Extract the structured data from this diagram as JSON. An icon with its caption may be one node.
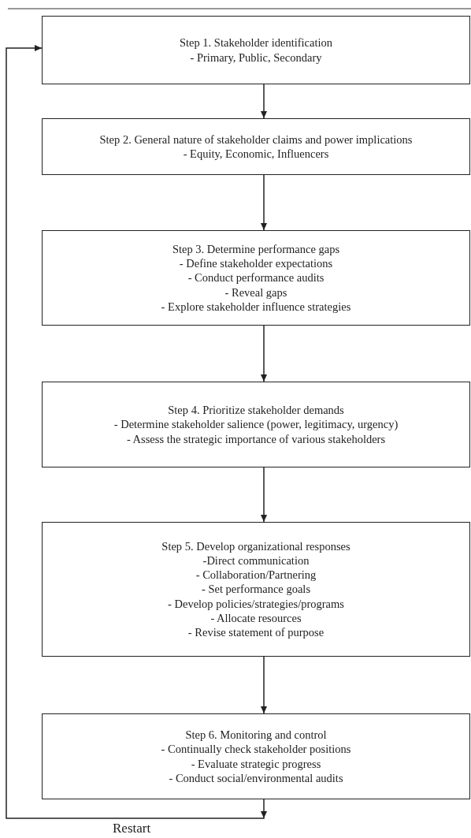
{
  "diagram": {
    "nodes": [
      {
        "text": [
          "Step 1. Stakeholder identification",
          "- Primary, Public, Secondary"
        ]
      },
      {
        "text": [
          "Step 2. General nature of stakeholder claims and power implications",
          "- Equity, Economic, Influencers"
        ]
      },
      {
        "text": [
          "Step 3. Determine performance gaps",
          "- Define stakeholder expectations",
          "- Conduct performance audits",
          "- Reveal gaps",
          "- Explore stakeholder influence strategies"
        ]
      },
      {
        "text": [
          "Step 4. Prioritize stakeholder demands",
          "- Determine stakeholder salience (power, legitimacy, urgency)",
          "- Assess the strategic importance of various stakeholders"
        ]
      },
      {
        "text": [
          "Step 5. Develop organizational responses",
          "-Direct communication",
          "- Collaboration/Partnering",
          "- Set performance goals",
          "- Develop policies/strategies/programs",
          "- Allocate resources",
          "- Revise statement of purpose"
        ]
      },
      {
        "text": [
          "Step 6. Monitoring and control",
          "- Continually check stakeholder positions",
          "- Evaluate strategic progress",
          "- Conduct social/environmental audits"
        ]
      }
    ],
    "edges": [
      {
        "from": 0,
        "to": 1,
        "arrow": "to"
      },
      {
        "from": 1,
        "to": 2,
        "arrow": "to"
      },
      {
        "from": 2,
        "to": 3,
        "arrow": "to"
      },
      {
        "from": 3,
        "to": 4,
        "arrow": "to"
      },
      {
        "from": 4,
        "to": 5,
        "arrow": "to"
      },
      {
        "from": 5,
        "to": 0,
        "arrow": "to"
      }
    ],
    "labels": [
      "Restart"
    ]
  }
}
